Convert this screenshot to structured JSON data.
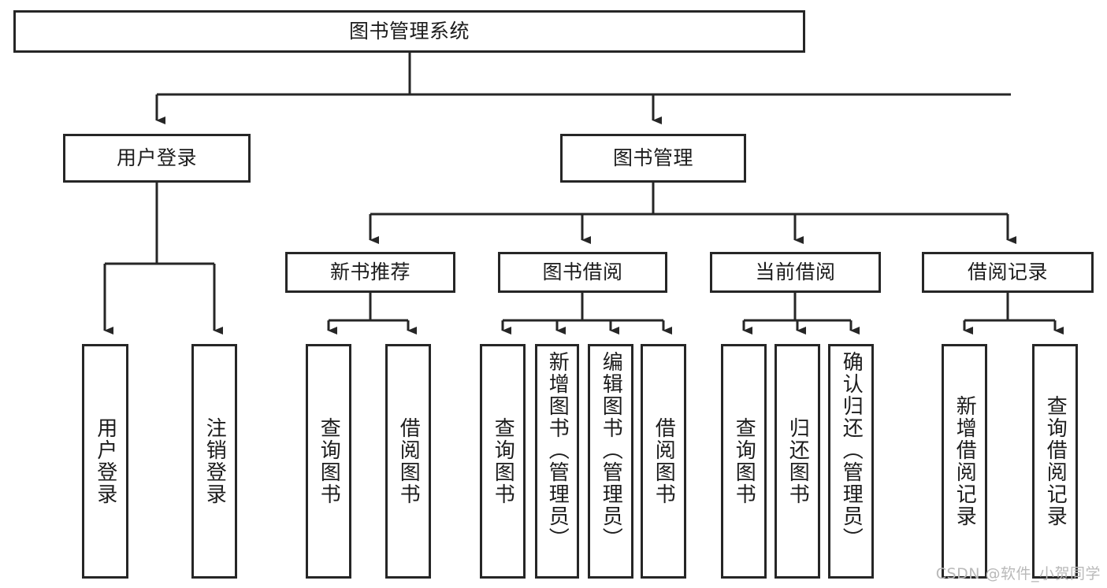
{
  "diagram": {
    "title": "图书管理系统",
    "type": "tree-hierarchy",
    "root": {
      "label": "图书管理系统"
    },
    "level2": [
      {
        "label": "用户登录"
      },
      {
        "label": "图书管理"
      }
    ],
    "level3": [
      {
        "label": "新书推荐"
      },
      {
        "label": "图书借阅"
      },
      {
        "label": "当前借阅"
      },
      {
        "label": "借阅记录"
      }
    ],
    "leaves": {
      "user_login": [
        {
          "label": "用户登录"
        },
        {
          "label": "注销登录"
        }
      ],
      "new_book_recommend": [
        {
          "label": "查询图书"
        },
        {
          "label": "借阅图书"
        }
      ],
      "book_borrow": [
        {
          "label": "查询图书"
        },
        {
          "label": "新增图书（管理员）"
        },
        {
          "label": "编辑图书（管理员）"
        },
        {
          "label": "借阅图书"
        }
      ],
      "current_borrow": [
        {
          "label": "查询图书"
        },
        {
          "label": "归还图书"
        },
        {
          "label": "确认归还（管理员）"
        }
      ],
      "borrow_record": [
        {
          "label": "新增借阅记录"
        },
        {
          "label": "查询借阅记录"
        }
      ]
    }
  },
  "watermark": {
    "text": "CSDN @软件_小贺同学"
  },
  "colors": {
    "stroke": "#262626",
    "fill": "#ffffff",
    "text": "#1c1c1c",
    "watermark": "#b9b9b9"
  }
}
